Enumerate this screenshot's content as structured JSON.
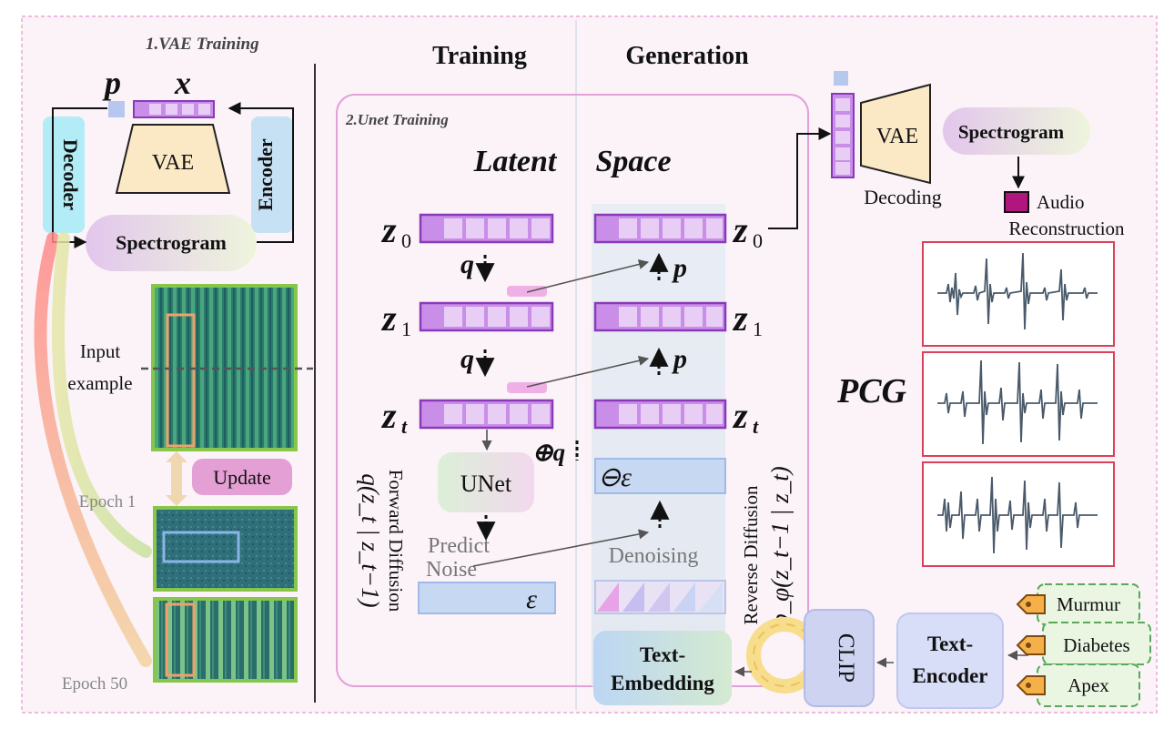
{
  "sections": {
    "vae_training": "1.VAE Training",
    "unet_training": "2.Unet Training",
    "training": "Training",
    "generation": "Generation",
    "latent": "Latent",
    "space": "Space"
  },
  "vae_block": {
    "p": "p",
    "x": "x",
    "vae": "VAE",
    "decoder": "Decoder",
    "encoder": "Encoder",
    "spectrogram": "Spectrogram"
  },
  "examples": {
    "input": "Input",
    "example": "example",
    "update": "Update",
    "epoch1": "Epoch 1",
    "epoch50": "Epoch 50"
  },
  "latents": {
    "z0": "z",
    "z0_sub": "0",
    "z1": "z",
    "z1_sub": "1",
    "zt": "z",
    "zt_sub": "t",
    "q": "q",
    "p": "p"
  },
  "unet": {
    "unet": "UNet",
    "predict": "Predict",
    "noise": "Noise",
    "epsilon": "ε",
    "plus_q": "⊕q",
    "minus_eps": "⊖ε",
    "denoising": "Denoising",
    "forward_diffusion": "Forward Diffusion",
    "forward_formula": "q(z_t | z_t−1)",
    "reverse_diffusion": "Reverse Diffusion",
    "reverse_formula": "p_φ(z_t−1 | z_t)"
  },
  "decode": {
    "vae": "VAE",
    "decoding": "Decoding",
    "spectrogram": "Spectrogram",
    "audio": "Audio",
    "reconstruction": "Reconstruction",
    "pcg": "PCG"
  },
  "text": {
    "text_embedding_1": "Text-",
    "text_embedding_2": "Embedding",
    "clip": "CLIP",
    "text_encoder_1": "Text-",
    "text_encoder_2": "Encoder",
    "tags": [
      "Murmur",
      "Diabetes",
      "Apex"
    ]
  },
  "colors": {
    "latent_purple": "#a64fd6",
    "vae_fill": "#fbe8c4",
    "pcg_border": "#d9415a",
    "spectro_green": "#2f7d6a",
    "tag_green": "#5aa85a"
  }
}
